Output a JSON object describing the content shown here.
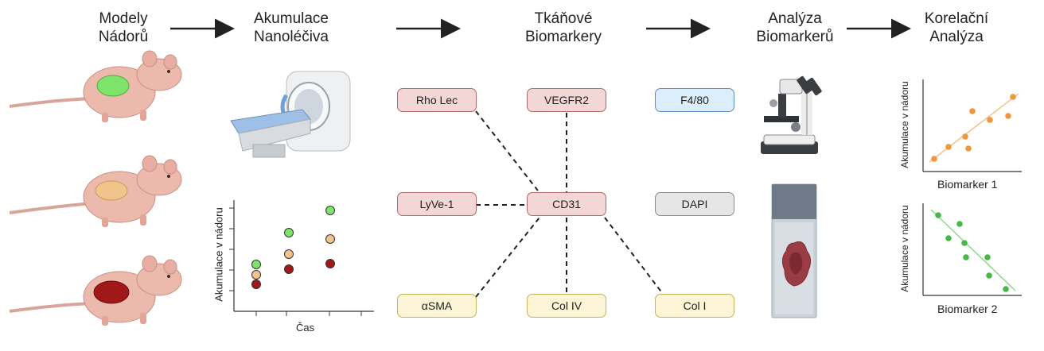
{
  "stages": [
    {
      "title": "Modely\nNádorů"
    },
    {
      "title": "Akumulace\nNanoléčiva"
    },
    {
      "title": "Tkáňové\nBiomarkery"
    },
    {
      "title": "Analýza\nBiomarkerů"
    },
    {
      "title": "Korelační\nAnalýza"
    }
  ],
  "biomarkers": {
    "rho_lec": "Rho Lec",
    "vegfr2": "VEGFR2",
    "lyve1": "LyVe-1",
    "cd31": "CD31",
    "asma": "αSMA",
    "col4": "Col IV",
    "f480": "F4/80",
    "dapi": "DAPI",
    "col1": "Col I"
  },
  "accumulation_plot": {
    "ylabel": "Akumulace v nádoru",
    "xlabel": "Čas"
  },
  "correlation_plots": [
    {
      "ylabel": "Akumulace v nádoru",
      "xlabel": "Biomarker 1"
    },
    {
      "ylabel": "Akumulace v nádoru",
      "xlabel": "Biomarker 2"
    }
  ],
  "colors": {
    "tumor_green": "#7ee36a",
    "tumor_peach": "#f0c48a",
    "tumor_red": "#a01818",
    "box_pink_fill": "#f3d6d6",
    "box_pink_border": "#b06a6a",
    "box_yellow_fill": "#fbf5d6",
    "box_yellow_border": "#c4b35a",
    "box_blue_fill": "#dceefb",
    "box_blue_border": "#5a8fc4",
    "box_gray_fill": "#e6e6e6",
    "box_gray_border": "#8a8a8a",
    "scatter_orange": "#f0963c",
    "scatter_green": "#45b845"
  },
  "icons": [
    "mouse-icon",
    "mri-scanner-icon",
    "microscope-icon",
    "tissue-slide-icon"
  ]
}
